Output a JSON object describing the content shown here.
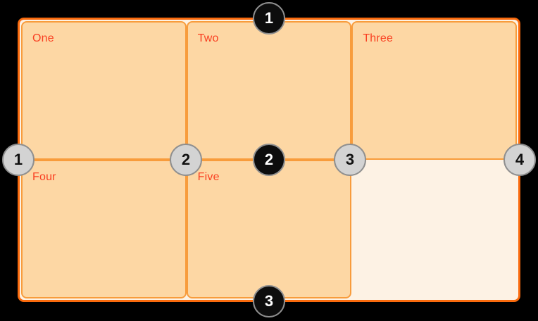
{
  "grid": {
    "cells": [
      {
        "label": "One"
      },
      {
        "label": "Two"
      },
      {
        "label": "Three"
      },
      {
        "label": "Four"
      },
      {
        "label": "Five"
      },
      {
        "label": ""
      }
    ]
  },
  "row_line_badges": [
    {
      "number": "1"
    },
    {
      "number": "2"
    },
    {
      "number": "3"
    }
  ],
  "column_line_badges": [
    {
      "number": "1"
    },
    {
      "number": "2"
    },
    {
      "number": "3"
    },
    {
      "number": "4"
    }
  ],
  "colors": {
    "background": "#000000",
    "container_border": "#f96a0d",
    "container_background": "#fdf2e4",
    "cell_background": "#fdd7a4",
    "cell_border": "#f89c3c",
    "label_text": "#f94022",
    "row_badge_background": "#0d0d0d",
    "row_badge_text": "#ffffff",
    "column_badge_background": "#d3d3d3",
    "column_badge_text": "#111111",
    "badge_ring": "#8f8f8f"
  }
}
